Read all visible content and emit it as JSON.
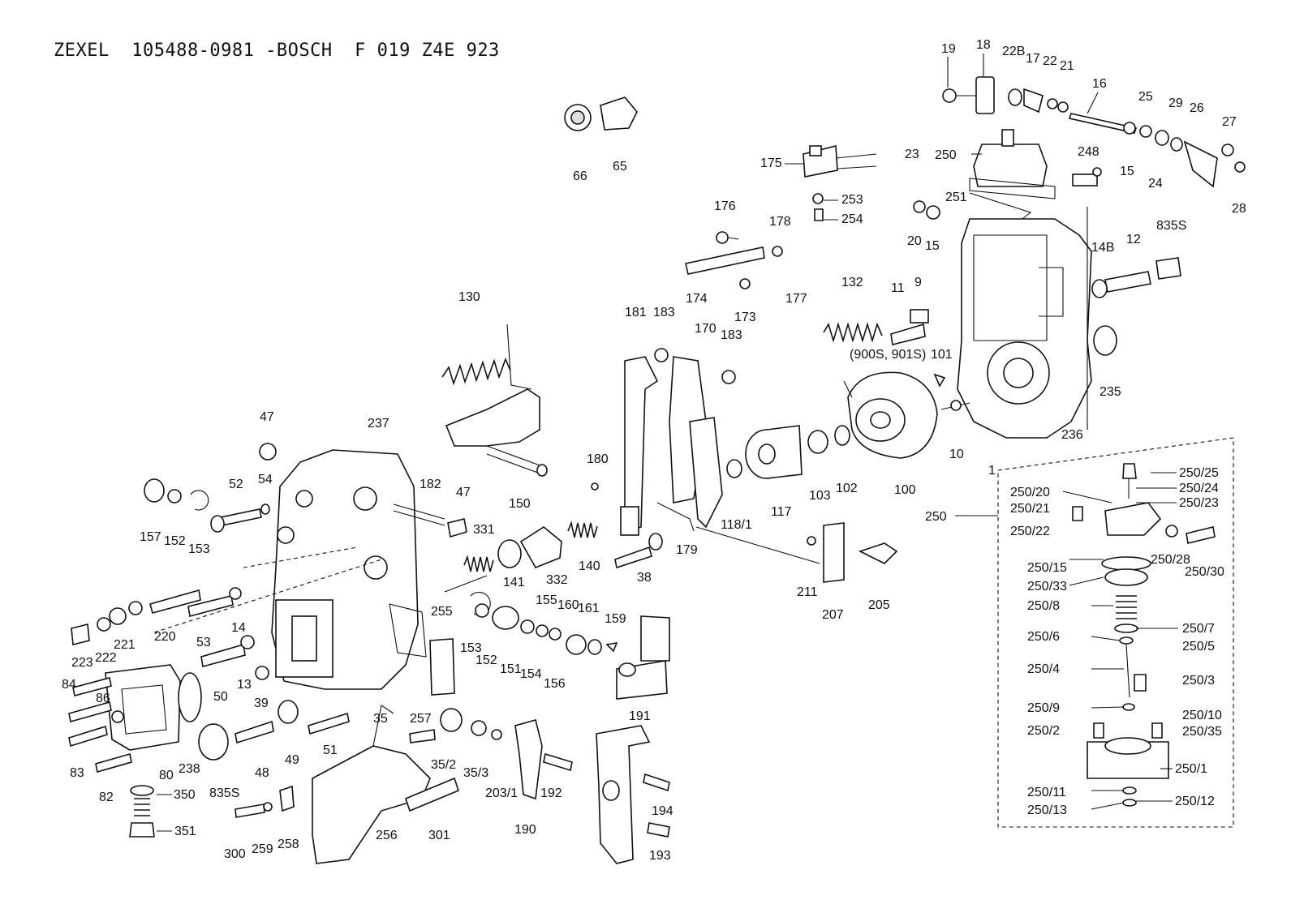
{
  "title": "ZEXEL  105488-0981 -BOSCH  F 019 Z4E 923",
  "labels": [
    "19",
    "18",
    "22B",
    "17",
    "22",
    "21",
    "16",
    "25",
    "29",
    "26",
    "27",
    "28",
    "23",
    "250",
    "248",
    "15",
    "24",
    "251",
    "20",
    "15",
    "14B",
    "12",
    "835S",
    "175",
    "253",
    "254",
    "176",
    "178",
    "174",
    "173",
    "177",
    "132",
    "11",
    "9",
    "(900S, 901S)",
    "101",
    "235",
    "10",
    "1",
    "236",
    "66",
    "65",
    "130",
    "181",
    "183",
    "170",
    "183",
    "180",
    "47",
    "54",
    "237",
    "52",
    "182",
    "47",
    "157",
    "152",
    "153",
    "150",
    "331",
    "332",
    "140",
    "117",
    "103",
    "102",
    "100",
    "118/1",
    "179",
    "211",
    "207",
    "205",
    "38",
    "141",
    "155",
    "160",
    "161",
    "159",
    "220",
    "53",
    "14",
    "223",
    "222",
    "221",
    "153",
    "152",
    "151",
    "154",
    "156",
    "191",
    "84",
    "86",
    "50",
    "13",
    "39",
    "255",
    "83",
    "82",
    "80",
    "238",
    "835S",
    "48",
    "49",
    "51",
    "35",
    "257",
    "35/2",
    "35/3",
    "203/1",
    "192",
    "190",
    "194",
    "193",
    "350",
    "351",
    "300",
    "259",
    "258",
    "256",
    "301",
    "250",
    "250/25",
    "250/24",
    "250/23",
    "250/20",
    "250/21",
    "250/22",
    "250/28",
    "250/30",
    "250/15",
    "250/33",
    "250/8",
    "250/7",
    "250/6",
    "250/5",
    "250/4",
    "250/3",
    "250/9",
    "250/10",
    "250/2",
    "250/35",
    "250/1",
    "250/11",
    "250/12",
    "250/13"
  ]
}
